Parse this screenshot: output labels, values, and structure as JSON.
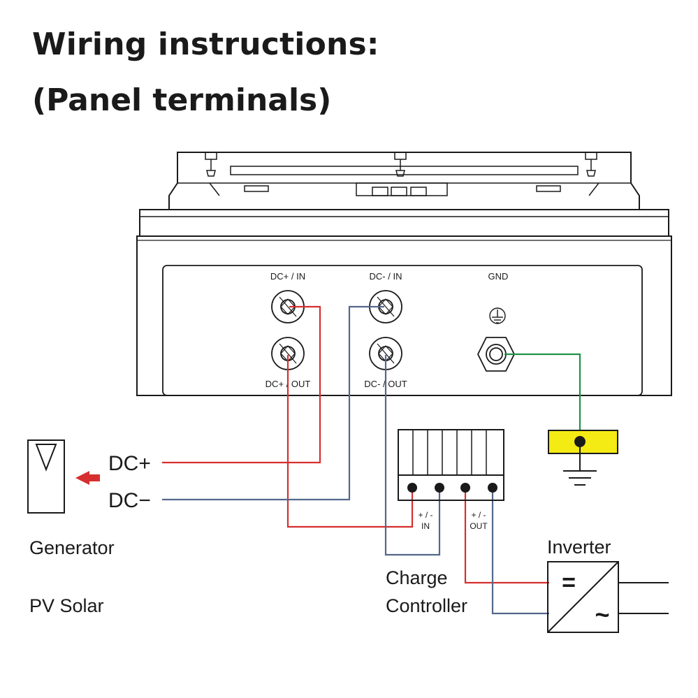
{
  "title": "Wiring instructions:",
  "subtitle": "(Panel terminals)",
  "terminals": {
    "dc_plus_in": "DC+ / IN",
    "dc_minus_in": "DC- / IN",
    "gnd": "GND",
    "dc_plus_out": "DC+ / OUT",
    "dc_minus_out": "DC- / OUT"
  },
  "generator": {
    "dc_plus": "DC+",
    "dc_minus": "DC−",
    "label": "Generator",
    "type": "PV Solar"
  },
  "charge_controller": {
    "in_polarity": "+ / -",
    "in_label": "IN",
    "out_polarity": "+ / -",
    "out_label": "OUT",
    "label_line1": "Charge",
    "label_line2": "Controller"
  },
  "inverter": {
    "label": "Inverter",
    "dc_symbol": "=",
    "ac_symbol": "~"
  },
  "colors": {
    "positive_wire": "#d62f2f",
    "negative_wire": "#53678a",
    "ground_wire": "#1f9148",
    "ground_bar": "#f4ea14",
    "arrow": "#d62f2f"
  }
}
